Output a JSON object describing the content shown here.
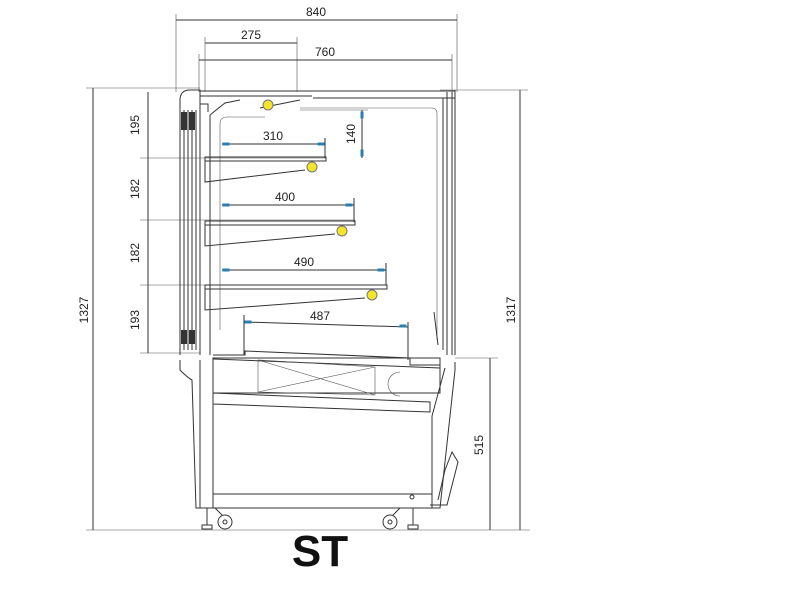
{
  "drawing": {
    "model_label": "ST",
    "lamp_color": "#f5e52a",
    "dimension_color": "#2a7fb0"
  },
  "dimensions": {
    "overall_depth": "840",
    "top_offset": "275",
    "inner_depth": "760",
    "overall_height": "1327",
    "glass_height": "1317",
    "shelf1_gap": "195",
    "shelf2_gap": "182",
    "shelf3_gap": "182",
    "base_gap": "193",
    "top_clearance": "140",
    "shelf1_depth": "310",
    "shelf2_depth": "400",
    "shelf3_depth": "490",
    "deck_depth": "487",
    "counter_height": "515"
  }
}
